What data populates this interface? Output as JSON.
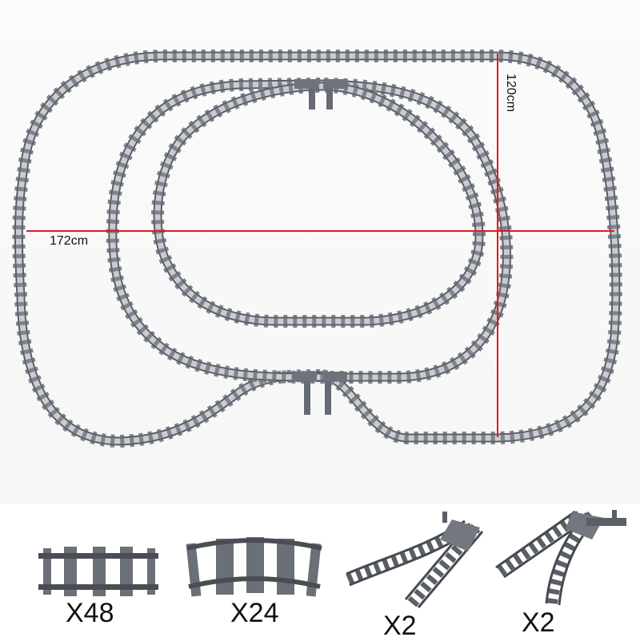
{
  "layout": {
    "description": "Train track layout with three loops and switch junctions",
    "track_color": "#5c5f66",
    "sleeper_color": "#7f838c",
    "measurement_color": "#e8161b",
    "dimensions": {
      "width_label": "172cm",
      "height_label": "120cm"
    }
  },
  "parts": [
    {
      "name": "straight-track",
      "quantity_label": "X48"
    },
    {
      "name": "curved-track",
      "quantity_label": "X24"
    },
    {
      "name": "left-switch-track",
      "quantity_label": "X2"
    },
    {
      "name": "right-switch-track",
      "quantity_label": "X2"
    }
  ]
}
